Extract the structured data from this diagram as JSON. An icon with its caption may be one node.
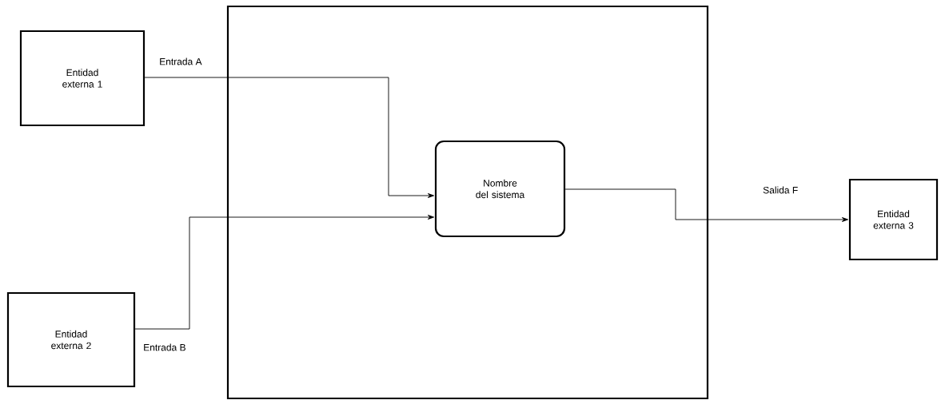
{
  "diagram": {
    "nodes": [
      {
        "text": [
          "Entidad externa 1"
        ]
      },
      {
        "text": [],
        "shape": "box"
      },
      {
        "text": [
          "Nombre del sistema"
        ],
        "in": 1
      },
      {
        "text": [
          "Entidad externa 2"
        ]
      },
      {
        "text": [
          "Entidad externa 3"
        ]
      }
    ],
    "edges": [
      {
        "from": 0,
        "to": 2,
        "arrow": "to",
        "label": "Entrada A"
      },
      {
        "from": 3,
        "to": 2,
        "arrow": "to",
        "label": "Entrada B"
      },
      {
        "from": 2,
        "to": 4,
        "arrow": "to",
        "label": "Salida F"
      }
    ]
  }
}
